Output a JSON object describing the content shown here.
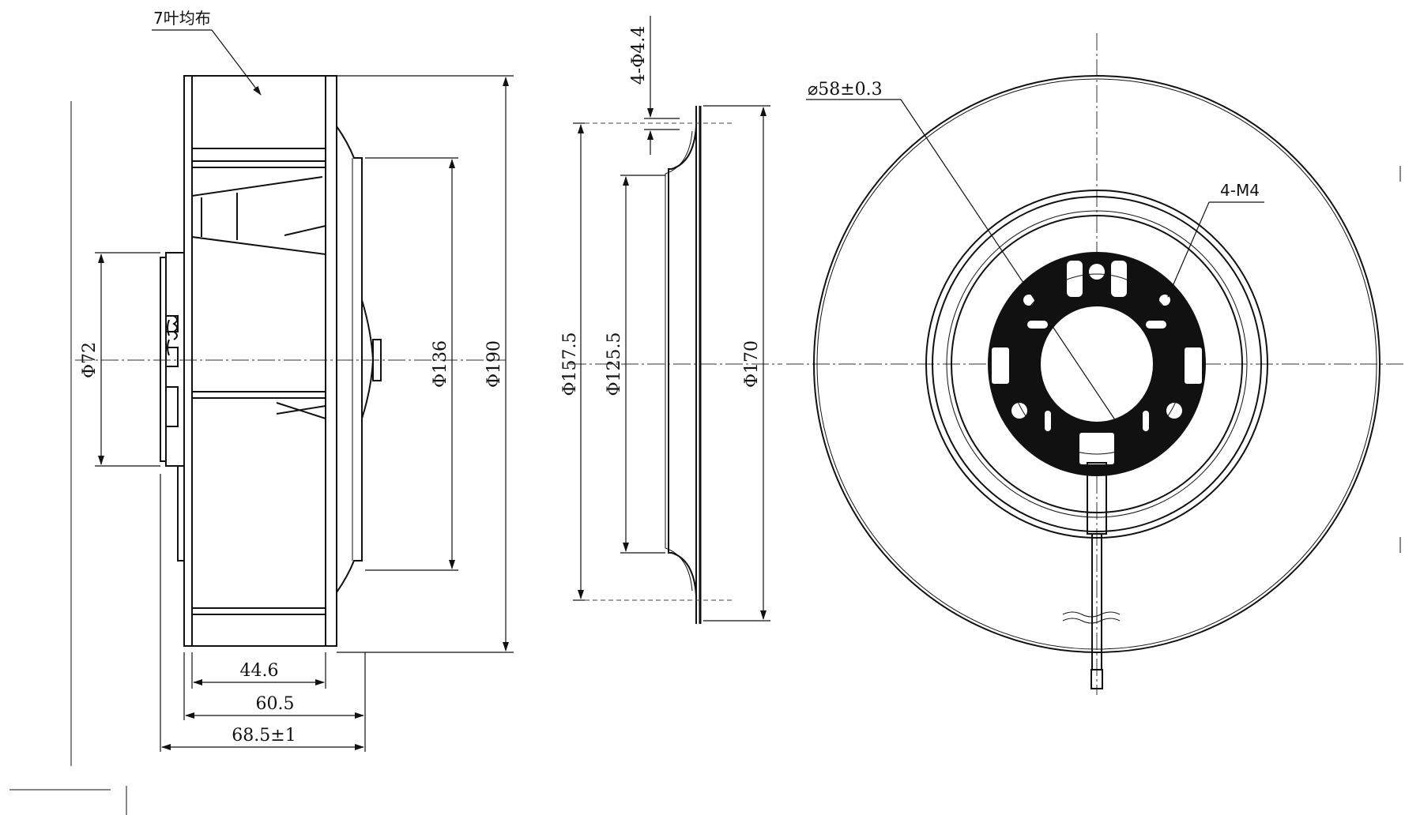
{
  "annotations": {
    "blades": "7叶均布",
    "hub_diameter": "⌀58±0.3",
    "mount_threads": "4-M4",
    "flange_holes": "4-Φ4.4"
  },
  "side_view": {
    "dim_phi72": "Φ72",
    "dim_phi136": "Φ136",
    "dim_phi190": "Φ190",
    "dim_44_6": "44.6",
    "dim_60_5": "60.5",
    "dim_68_5": "68.5±1"
  },
  "ring_view": {
    "dim_phi157_5": "Φ157.5",
    "dim_phi125_5": "Φ125.5",
    "dim_phi170": "Φ170"
  }
}
